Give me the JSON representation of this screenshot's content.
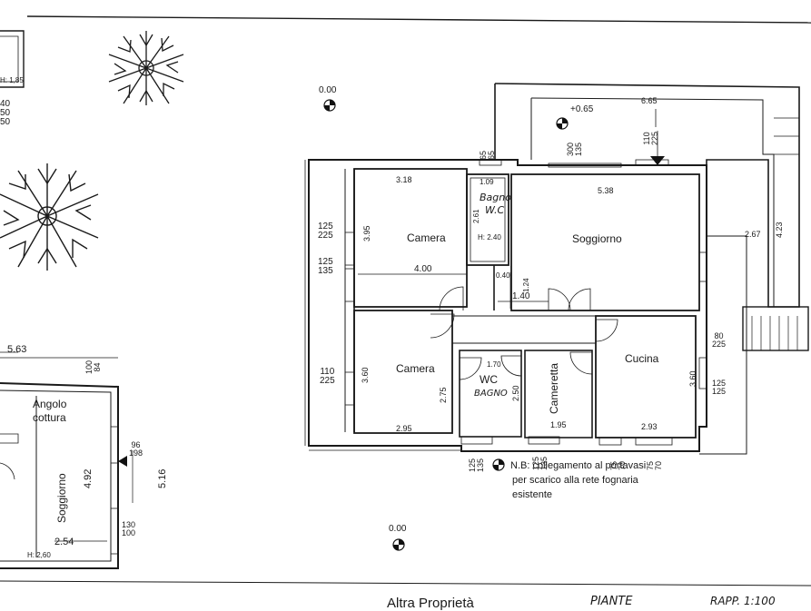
{
  "rooms": {
    "camera_top": "Camera",
    "soggiorno": "Soggiorno",
    "camera_bottom": "Camera",
    "cucina": "Cucina",
    "cameretta": "Cameretta",
    "wc": "WC",
    "angolo": "Angolo",
    "cottura": "cottura",
    "soggiorno_left": "Soggiorno"
  },
  "handwritten": {
    "bagno_top_1": "Bagno",
    "bagno_top_2": "W.C",
    "bagno_bottom": "BAGNO",
    "footer_1": "Altra Proprietà",
    "footer_2": "PIANTE",
    "footer_3": "RAPP. 1:100"
  },
  "levels": {
    "datum_top": "0.00",
    "datum_bottom": "0.00",
    "terrace": "+0.65"
  },
  "dimensions": {
    "d_318": "3.18",
    "d_538": "5.38",
    "d_665": "6.65",
    "d_109": "1.09",
    "d_261": "2.61",
    "d_240": "H: 2.40",
    "d_395": "3.95",
    "d_400": "4.00",
    "d_040": "0.40",
    "d_124": "1.24",
    "d_140": "1.40",
    "d_267": "2.67",
    "d_423": "4.23",
    "d_360a": "3.60",
    "d_275": "2.75",
    "d_170": "1.70",
    "d_250": "2.50",
    "d_360b": "3.60",
    "d_295": "2.95",
    "d_195": "1.95",
    "d_293": "2.93",
    "d_563": "5.63",
    "d_492": "4.92",
    "d_516": "5.16",
    "d_254": "2.54",
    "d_h260": "H: 2,60",
    "d_h185": "H: 1,85"
  },
  "openings": {
    "w1": [
      "125",
      "225"
    ],
    "w2": [
      "125",
      "135"
    ],
    "w3": [
      "110",
      "225"
    ],
    "w4": [
      "65",
      "65"
    ],
    "w5": [
      "300",
      "135"
    ],
    "w6": [
      "110",
      "225"
    ],
    "w7": [
      "80",
      "225"
    ],
    "w8": [
      "125",
      "125"
    ],
    "w9": [
      "125",
      "135"
    ],
    "w10": [
      "125",
      "135"
    ],
    "w11": [
      "75",
      "70"
    ],
    "w12": [
      "75",
      "70"
    ],
    "w13": [
      "100",
      "84"
    ],
    "w14": [
      "96",
      "198"
    ],
    "w15": [
      "130",
      "100"
    ],
    "w16": [
      "40",
      "50",
      "50"
    ]
  },
  "note": {
    "line1": "N.B: collegamento al portavasi",
    "line2": "per scarico alla rete fognaria",
    "line3": "esistente"
  }
}
